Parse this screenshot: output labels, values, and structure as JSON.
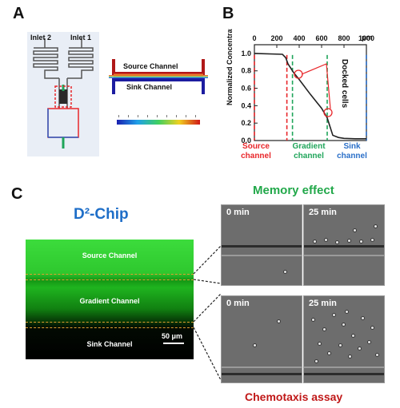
{
  "panels": {
    "a": "A",
    "b": "B",
    "c": "C"
  },
  "panel_a": {
    "inlet2": "Inlet 2",
    "inlet1": "Inlet 1",
    "source_channel": "Source Channel",
    "sink_channel": "Sink Channel"
  },
  "chart_data": {
    "type": "line",
    "x": [
      0,
      250,
      280,
      300,
      320,
      350,
      400,
      500,
      600,
      650,
      680,
      700,
      750,
      800,
      900,
      1000
    ],
    "y": [
      1.0,
      0.99,
      0.95,
      0.88,
      0.84,
      0.78,
      0.7,
      0.53,
      0.37,
      0.26,
      0.14,
      0.06,
      0.035,
      0.025,
      0.02,
      0.02
    ],
    "xlim": [
      0,
      1000
    ],
    "ylim": [
      0,
      1.1
    ],
    "xticks": [
      "0",
      "200",
      "400",
      "600",
      "800",
      "1000"
    ],
    "yticks": [
      "0.0",
      "0.2",
      "0.4",
      "0.6",
      "0.8",
      "1.0"
    ],
    "xunit": "μm",
    "ylabel": "Normalized Concentration",
    "annotation": "Docked cells",
    "boundaries": [
      {
        "x": 0,
        "color": "#e8262a"
      },
      {
        "x": 290,
        "color": "#e8262a"
      },
      {
        "x": 340,
        "color": "#1fa55a"
      },
      {
        "x": 650,
        "color": "#1fa55a"
      },
      {
        "x": 1000,
        "color": "#2a6fc8"
      }
    ],
    "regions": [
      {
        "label_line1": "Source",
        "label_line2": "channel",
        "color": "#e8262a"
      },
      {
        "label_line1": "Gradient",
        "label_line2": "channel",
        "color": "#1fa55a"
      },
      {
        "label_line1": "Sink",
        "label_line2": "channel",
        "color": "#2a6fc8"
      }
    ],
    "line_color": "#222222"
  },
  "panel_c": {
    "chip_title": "D²-Chip",
    "source_channel": "Source Channel",
    "gradient_channel": "Gradient Channel",
    "sink_channel": "Sink Channel",
    "scale_bar": "50 μm",
    "memory_effect": "Memory effect",
    "chemotaxis_assay": "Chemotaxis assay",
    "t0": "0 min",
    "t25": "25 min",
    "colors": {
      "title": "#1e6ec8",
      "memory": "#22a84a",
      "chemotaxis": "#c01818"
    }
  }
}
